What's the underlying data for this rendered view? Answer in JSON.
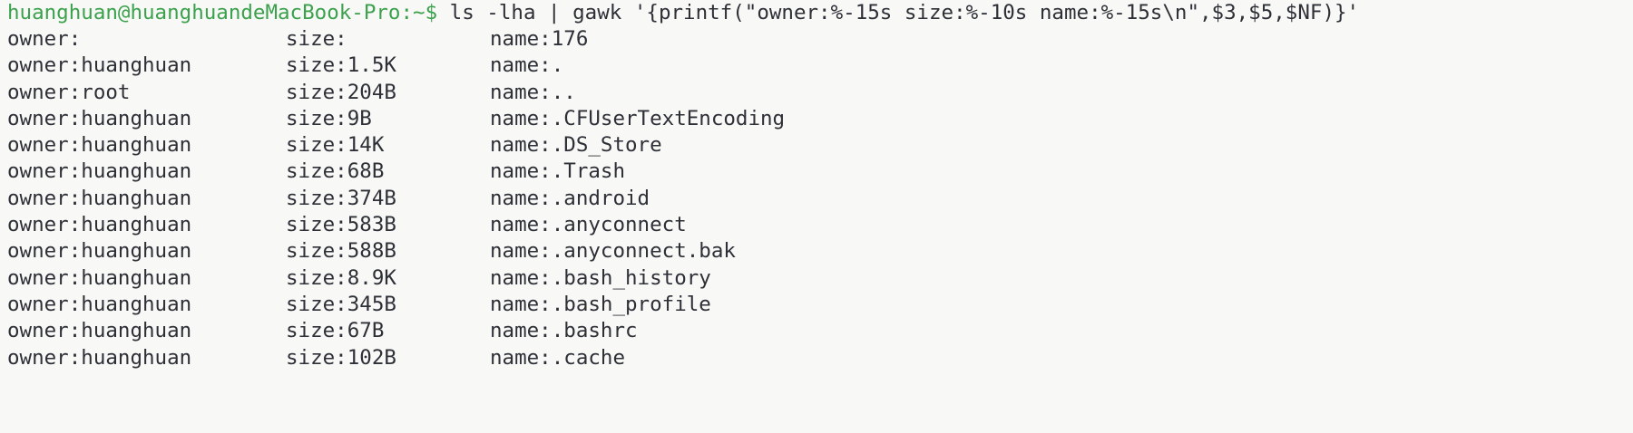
{
  "terminal": {
    "background_color": "#f8f8f6",
    "prompt_color": "#3ba14d",
    "text_color": "#2d3036",
    "prompt": "huanghuan@huanghuandeMacBook-Pro:~$",
    "command": " ls -lha | gawk '{printf(\"owner:%-15s size:%-10s name:%-15s\\n\",$3,$5,$NF)}'",
    "field_prefixes": {
      "owner": "owner:",
      "size": "size:",
      "name": "name:"
    },
    "rows": [
      {
        "owner": "owner:",
        "size": "size:",
        "name": "name:176"
      },
      {
        "owner": "owner:huanghuan",
        "size": "size:1.5K",
        "name": "name:."
      },
      {
        "owner": "owner:root",
        "size": "size:204B",
        "name": "name:.."
      },
      {
        "owner": "owner:huanghuan",
        "size": "size:9B",
        "name": "name:.CFUserTextEncoding"
      },
      {
        "owner": "owner:huanghuan",
        "size": "size:14K",
        "name": "name:.DS_Store"
      },
      {
        "owner": "owner:huanghuan",
        "size": "size:68B",
        "name": "name:.Trash"
      },
      {
        "owner": "owner:huanghuan",
        "size": "size:374B",
        "name": "name:.android"
      },
      {
        "owner": "owner:huanghuan",
        "size": "size:583B",
        "name": "name:.anyconnect"
      },
      {
        "owner": "owner:huanghuan",
        "size": "size:588B",
        "name": "name:.anyconnect.bak"
      },
      {
        "owner": "owner:huanghuan",
        "size": "size:8.9K",
        "name": "name:.bash_history"
      },
      {
        "owner": "owner:huanghuan",
        "size": "size:345B",
        "name": "name:.bash_profile"
      },
      {
        "owner": "owner:huanghuan",
        "size": "size:67B",
        "name": "name:.bashrc"
      },
      {
        "owner": "owner:huanghuan",
        "size": "size:102B",
        "name": "name:.cache"
      }
    ]
  }
}
